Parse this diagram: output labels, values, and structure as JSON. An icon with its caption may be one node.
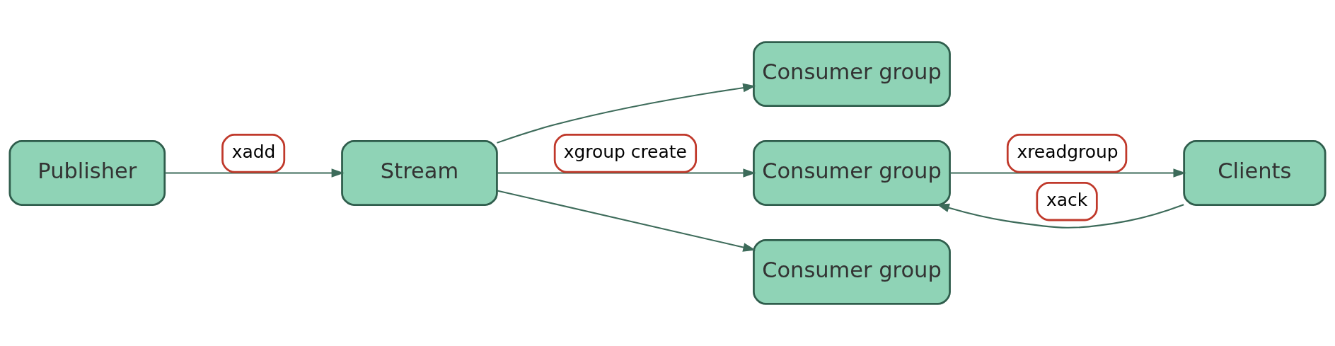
{
  "diagram": {
    "nodes": [
      {
        "text": [
          "Publisher"
        ]
      },
      {
        "text": [
          "Stream"
        ]
      },
      {
        "text": [
          "Consumer group"
        ]
      },
      {
        "text": [
          "Consumer group"
        ]
      },
      {
        "text": [
          "Consumer group"
        ]
      },
      {
        "text": [
          "Clients"
        ]
      }
    ],
    "edges": [
      {
        "from": 0,
        "to": 1,
        "arrow": "to",
        "label": "xadd"
      },
      {
        "from": 1,
        "to": 2,
        "arrow": "to"
      },
      {
        "from": 1,
        "to": 3,
        "arrow": "to",
        "label": "xgroup create"
      },
      {
        "from": 1,
        "to": 4,
        "arrow": "to"
      },
      {
        "from": 3,
        "to": 5,
        "arrow": "to",
        "label": "xreadgroup"
      },
      {
        "from": 5,
        "to": 3,
        "arrow": "to",
        "label": "xack"
      }
    ]
  }
}
